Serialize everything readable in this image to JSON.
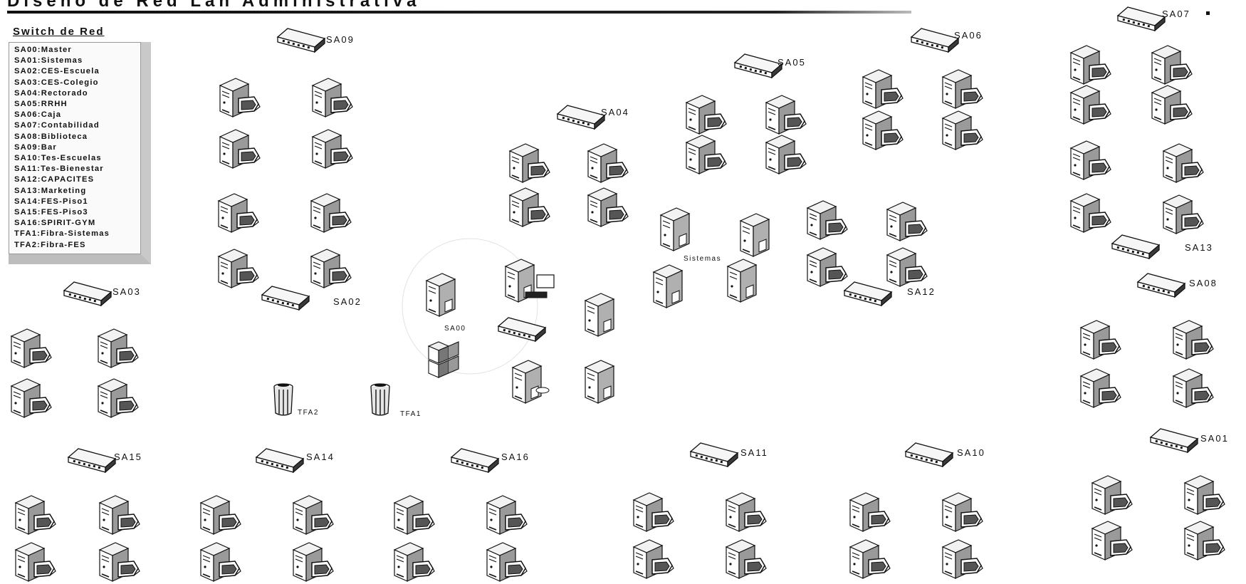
{
  "title": "Diseño de Red Lan Administrativa",
  "legend": {
    "heading": "Switch de Red",
    "items": [
      "SA00:Master",
      "SA01:Sistemas",
      "SA02:CES-Escuela",
      "SA03:CES-Colegio",
      "SA04:Rectorado",
      "SA05:RRHH",
      "SA06:Caja",
      "SA07:Contabilidad",
      "SA08:Biblioteca",
      "SA09:Bar",
      "SA10:Tes-Escuelas",
      "SA11:Tes-Bienestar",
      "SA12:CAPACITES",
      "SA13:Marketing",
      "SA14:FES-Piso1",
      "SA15:FES-Piso3",
      "SA16:SPIRIT-GYM",
      "TFA1:Fibra-Sistemas",
      "TFA2:Fibra-FES"
    ]
  },
  "switches": [
    "SA00",
    "SA01",
    "SA02",
    "SA03",
    "SA04",
    "SA05",
    "SA06",
    "SA07",
    "SA08",
    "SA09",
    "SA10",
    "SA11",
    "SA12",
    "SA13",
    "SA14",
    "SA15",
    "SA16"
  ],
  "fibers": [
    "TFA1",
    "TFA2"
  ],
  "areas": {
    "sistemas": "Sistemas"
  },
  "colors": {
    "ink": "#111111",
    "shade": "#9a9a9a",
    "panel": "#f2f2f2"
  }
}
